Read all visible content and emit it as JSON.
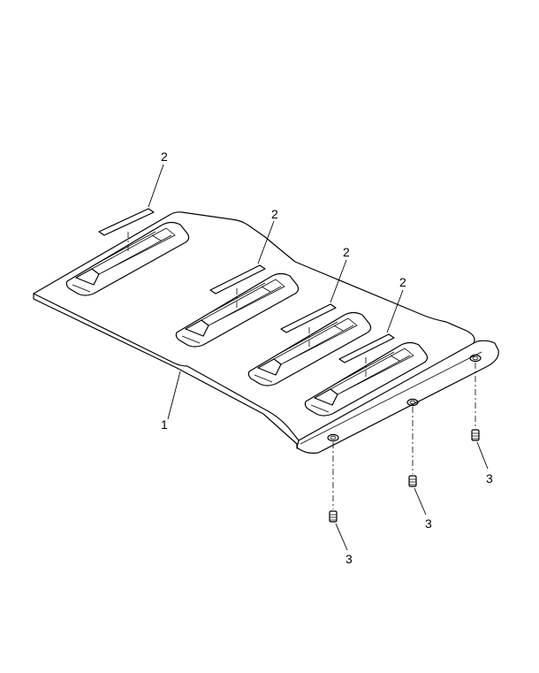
{
  "callouts": {
    "plate": "1",
    "pad_1": "2",
    "pad_2": "2",
    "pad_3": "2",
    "pad_4": "2",
    "fastener_1": "3",
    "fastener_2": "3",
    "fastener_3": "3"
  },
  "colors": {
    "line": "#000000",
    "background": "#ffffff",
    "shade": "#d9d9d9"
  }
}
